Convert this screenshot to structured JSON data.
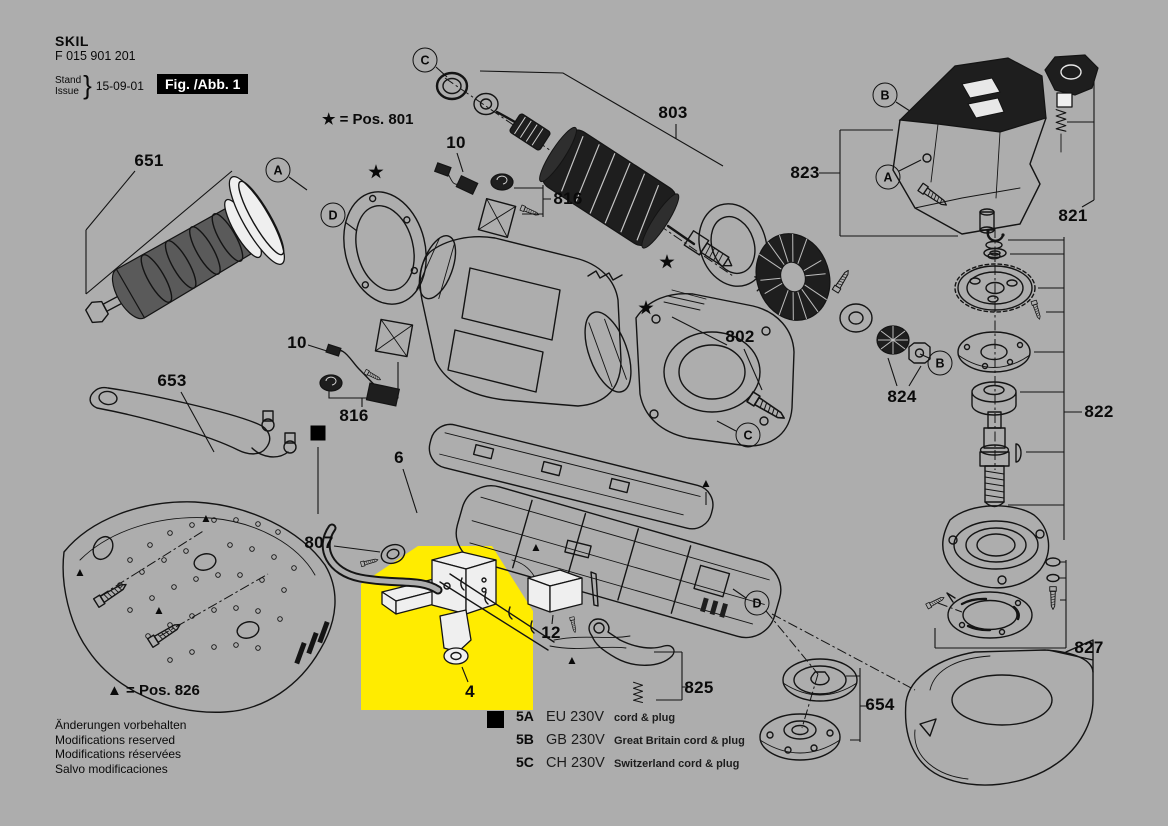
{
  "header": {
    "brand": "SKIL",
    "part_number": "F 015 901 201",
    "stand": "Stand",
    "issue": "Issue",
    "brace": "}",
    "date": "15-09-01",
    "figure": "Fig. /Abb. 1"
  },
  "legends": {
    "star": "★ = Pos. 801",
    "triangle": "▲ = Pos. 826"
  },
  "notes": [
    "Änderungen vorbehalten",
    "Modifications reserved",
    "Modifications réservées",
    "Salvo modificaciones"
  ],
  "cord_legend": {
    "rows": [
      {
        "code": "5A",
        "region": "EU 230V",
        "desc": "cord & plug"
      },
      {
        "code": "5B",
        "region": "GB 230V",
        "desc": "Great Britain cord & plug"
      },
      {
        "code": "5C",
        "region": "CH 230V",
        "desc": "Switzerland cord & plug"
      }
    ]
  },
  "part_labels": {
    "p651": "651",
    "p653": "653",
    "p803": "803",
    "p10a": "10",
    "p816a": "816",
    "p10b": "10",
    "p816b": "816",
    "p823": "823",
    "p821": "821",
    "p802": "802",
    "p824": "824",
    "p822": "822",
    "p807": "807",
    "p6": "6",
    "p12": "12",
    "p4": "4",
    "p825": "825",
    "p827": "827",
    "p654": "654"
  },
  "ref_markers": {
    "A": "A",
    "B": "B",
    "C": "C",
    "D": "D"
  },
  "symbols": {
    "star": "★",
    "triangle": "▲",
    "square": "■"
  },
  "colors": {
    "background": "#adadad",
    "highlight_yellow": "#ffec00",
    "ink": "#141414",
    "figure_box_bg": "#000000",
    "figure_box_text": "#ffffff"
  }
}
